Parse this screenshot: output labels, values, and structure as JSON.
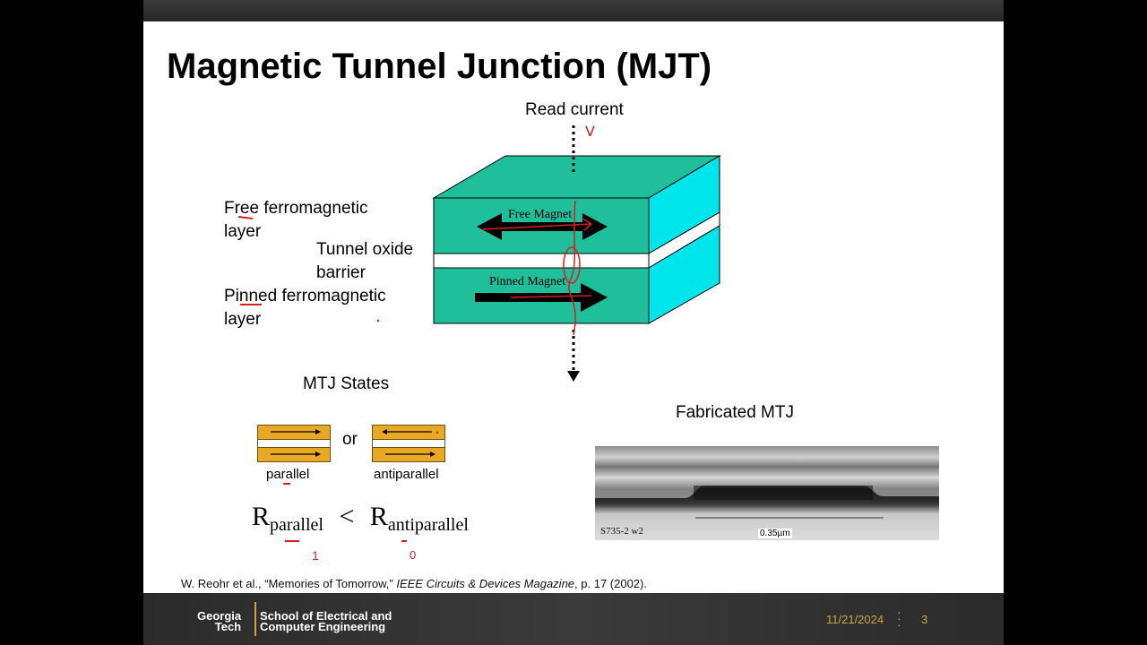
{
  "slide": {
    "title": "Magnetic Tunnel Junction (MJT)",
    "read_current": "Read current",
    "labels": {
      "free_line1": "Free ferromagnetic",
      "free_line2": "layer",
      "tunnel_line1": "Tunnel oxide",
      "tunnel_line2": "barrier",
      "pinned_line1": "Pinned ferromagnetic",
      "pinned_line2": "layer"
    },
    "stack": {
      "free_magnet": "Free Magnet",
      "pinned_magnet": "Pinned Magnet"
    },
    "states": {
      "heading": "MTJ States",
      "or": "or",
      "parallel": "parallel",
      "antiparallel": "antiparallel"
    },
    "equation": {
      "r": "R",
      "sub_parallel": "parallel",
      "less_than": "<",
      "sub_antiparallel": "antiparallel"
    },
    "fabricated": {
      "heading": "Fabricated MTJ",
      "sample_label": "S735-2 w2",
      "scale_label": "0.35µm"
    },
    "citation": {
      "prefix": "W. Reohr et al., “Memories of Tomorrow,” ",
      "journal": "IEEE Circuits & Devices Magazine",
      "suffix": ", p. 17 (2002)."
    },
    "annotations": {
      "mark_v": "V",
      "mark_1": "1",
      "mark_0": "0"
    }
  },
  "footer": {
    "logo_line1": "Georgia",
    "logo_line2": "Tech",
    "school_line1": "School of Electrical and",
    "school_line2": "Computer Engineering",
    "date": "11/21/2024",
    "page_number": "3"
  },
  "colors": {
    "teal": "#1fbf9c",
    "cyan": "#00e5ec",
    "gold": "#e8a824",
    "ink_red": "#d81e1e",
    "footer_gold": "#c9a640"
  }
}
